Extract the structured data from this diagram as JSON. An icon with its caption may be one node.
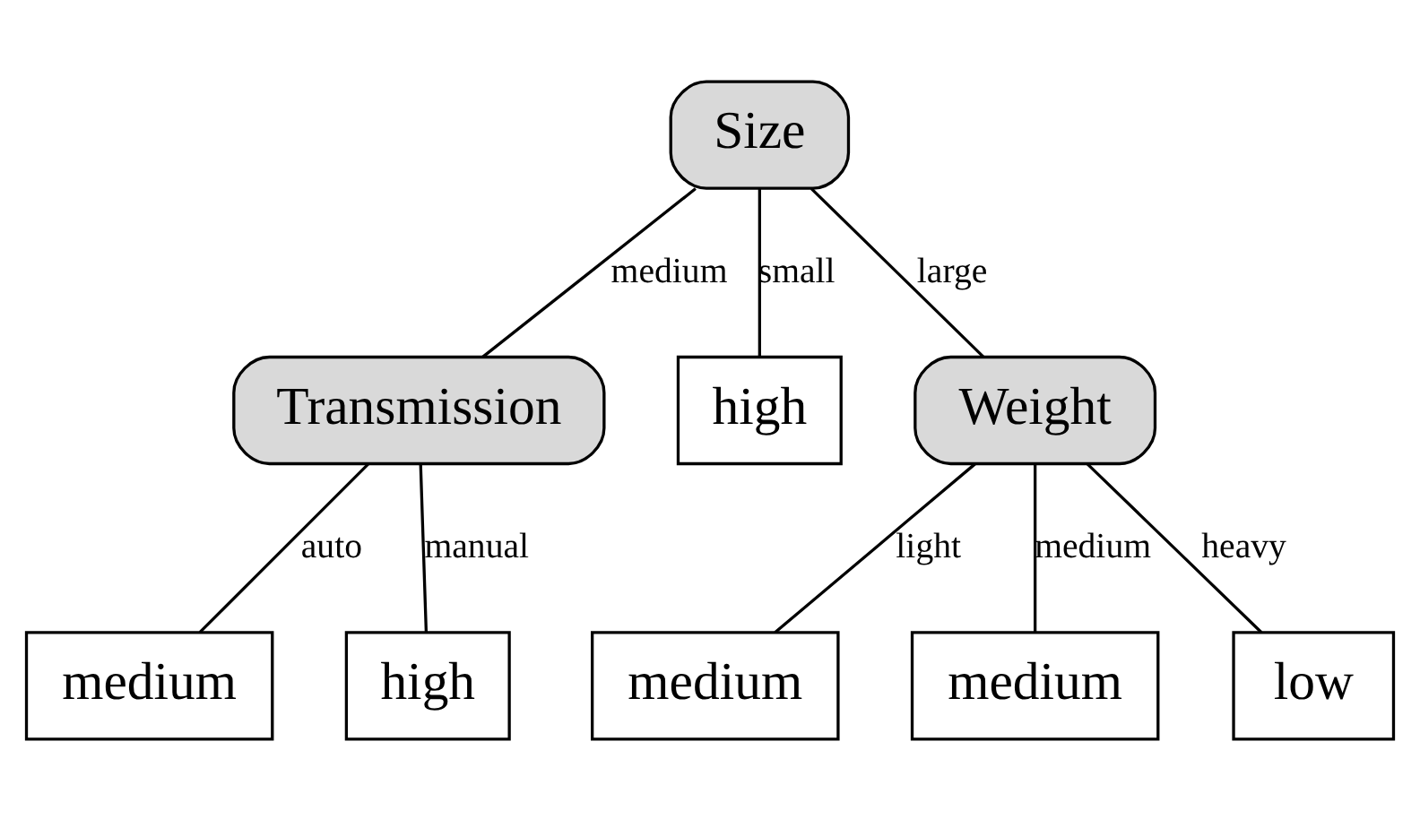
{
  "diagram": {
    "nodes": [
      {
        "text": [
          "Size"
        ]
      },
      {
        "text": [
          "Transmission"
        ]
      },
      {
        "text": [
          "high"
        ]
      },
      {
        "text": [
          "Weight"
        ]
      },
      {
        "text": [
          "medium"
        ]
      },
      {
        "text": [
          "high"
        ]
      },
      {
        "text": [
          "medium"
        ]
      },
      {
        "text": [
          "medium"
        ]
      },
      {
        "text": [
          "low"
        ]
      }
    ],
    "edges": [
      {
        "from": 0,
        "to": 1,
        "arrow": "none",
        "label": "medium"
      },
      {
        "from": 0,
        "to": 2,
        "arrow": "none",
        "label": "small"
      },
      {
        "from": 0,
        "to": 3,
        "arrow": "none",
        "label": "large"
      },
      {
        "from": 1,
        "to": 4,
        "arrow": "none",
        "label": "auto"
      },
      {
        "from": 1,
        "to": 5,
        "arrow": "none",
        "label": "manual"
      },
      {
        "from": 3,
        "to": 6,
        "arrow": "none",
        "label": "light"
      },
      {
        "from": 3,
        "to": 7,
        "arrow": "none",
        "label": "medium"
      },
      {
        "from": 3,
        "to": 8,
        "arrow": "none",
        "label": "heavy"
      }
    ]
  }
}
